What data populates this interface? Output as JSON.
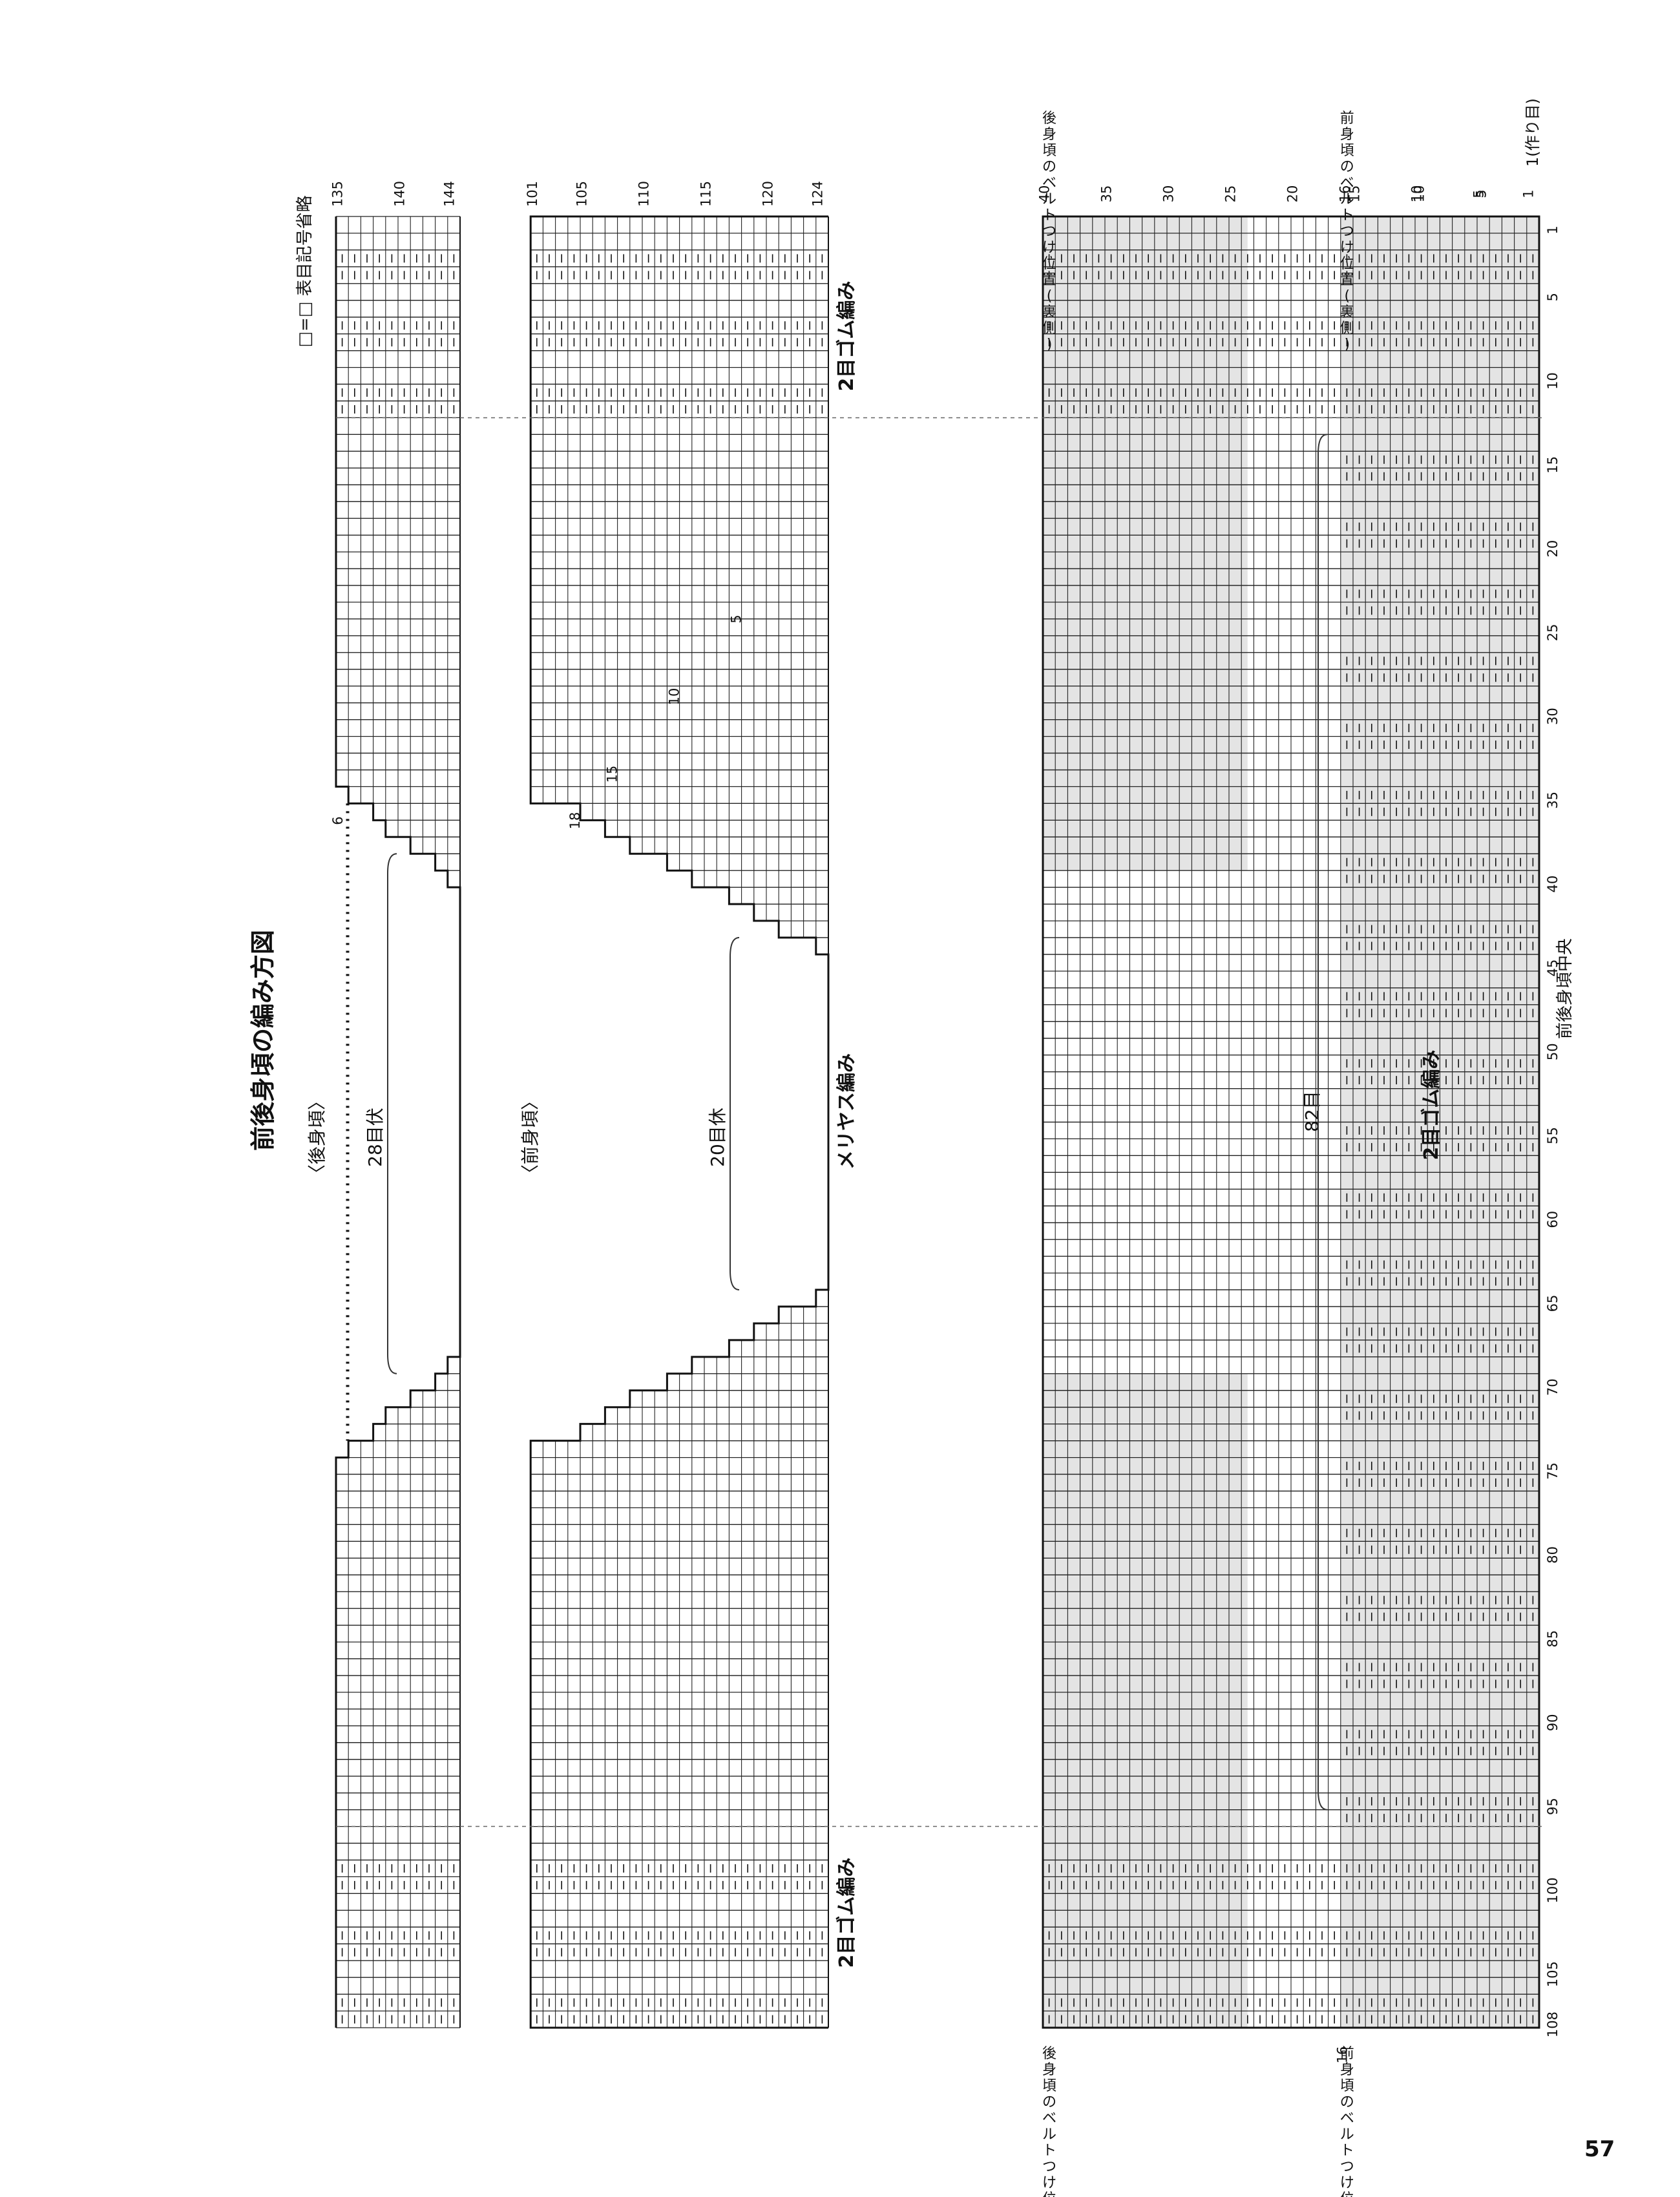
{
  "page": {
    "title": "前後身頃の編み方図",
    "page_number": "57"
  },
  "legend": {
    "symbol_text": "□=□ 表目記号省略"
  },
  "back_panel": {
    "label": "〈後身頃〉",
    "bind_off": "28目伏",
    "row_numbers": [
      "144",
      "140",
      "135"
    ],
    "small_number": "6"
  },
  "front_panel": {
    "label": "〈前身頃〉",
    "hold": "20目休",
    "row_numbers": [
      "124",
      "120",
      "115",
      "110",
      "105",
      "101"
    ],
    "side_numbers": [
      "18",
      "15",
      "10",
      "5"
    ]
  },
  "main_panel": {
    "stockinette": "メリヤス編み",
    "rib_right": "2目ゴム編み",
    "rib_left": "2目ゴム編み",
    "rib_center": "2目ゴム編み",
    "total_stitches": "82目",
    "row_numbers": [
      "40",
      "35",
      "30",
      "25",
      "20",
      "15",
      "10",
      "5",
      "1",
      "16",
      "10",
      "5"
    ],
    "row_numbers_bottom": [
      "16"
    ],
    "cast_on": "1(作り目)",
    "center_mark": "前後身頃中央"
  },
  "stitch_numbers": [
    "1",
    "5",
    "10",
    "15",
    "20",
    "25",
    "30",
    "35",
    "40",
    "45",
    "50",
    "55",
    "60",
    "65",
    "70",
    "75",
    "80",
    "85",
    "90",
    "95",
    "100",
    "105",
    "108"
  ],
  "belt_labels": {
    "back": "後身頃のベルトつけ位置(裏側)",
    "front": "前身頃のベルトつけ位置(裏側)"
  }
}
